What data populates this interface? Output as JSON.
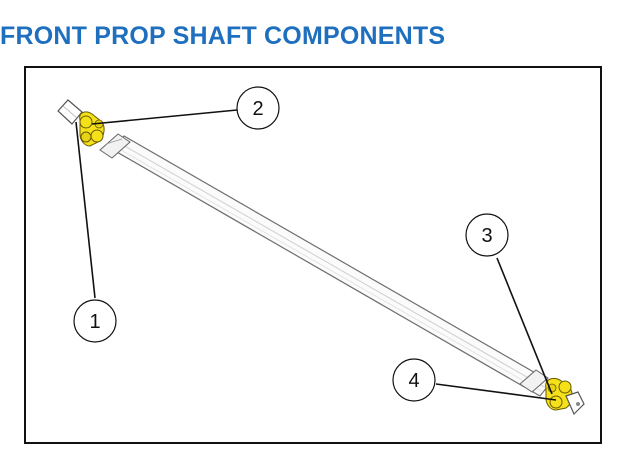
{
  "title": "FRONT PROP SHAFT COMPONENTS",
  "colors": {
    "title": "#1f6fbf",
    "joint_highlight": "#f5e11a",
    "shaft_fill": "#fbfbfb",
    "outline": "#111111"
  },
  "callouts": [
    {
      "id": "1",
      "label": "1"
    },
    {
      "id": "2",
      "label": "2"
    },
    {
      "id": "3",
      "label": "3"
    },
    {
      "id": "4",
      "label": "4"
    }
  ]
}
